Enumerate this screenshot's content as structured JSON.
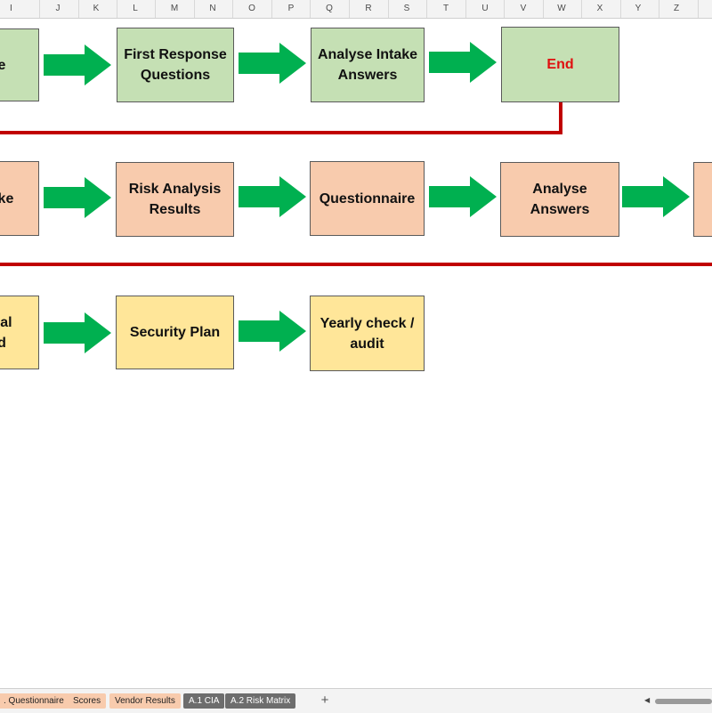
{
  "column_header": {
    "letters": [
      "I",
      "J",
      "K",
      "L",
      "M",
      "N",
      "O",
      "P",
      "Q",
      "R",
      "S",
      "T",
      "U",
      "V",
      "W",
      "X",
      "Y",
      "Z"
    ]
  },
  "flow": {
    "row1": {
      "partial_box_text": "e",
      "boxes": [
        "First Response\nQuestions",
        "Analyse Intake\nAnswers",
        "End"
      ]
    },
    "row2": {
      "partial_box_text": "ake",
      "boxes": [
        "Risk Analysis\nResults",
        "Questionnaire",
        "Analyse\nAnswers"
      ]
    },
    "row3": {
      "partial_box_text": "ual\nd",
      "boxes": [
        "Security Plan",
        "Yearly check /\naudit"
      ]
    }
  },
  "colors": {
    "green_box": "#c5e0b4",
    "orange_box": "#f8cbad",
    "yellow_box": "#ffe699",
    "arrow": "#00b050",
    "connector_line": "#c00000",
    "end_text": "#e01010"
  },
  "sheet_tabs": [
    {
      "label": ". Questionnaire",
      "style": "orange"
    },
    {
      "label": "Scores",
      "style": "orange"
    },
    {
      "label": "Vendor Results",
      "style": "orange"
    },
    {
      "label": "A.1 CIA",
      "style": "grey"
    },
    {
      "label": "A.2 Risk Matrix",
      "style": "grey"
    }
  ],
  "add_sheet_label": "+",
  "scroll_left_icon": "triangle-left-icon"
}
